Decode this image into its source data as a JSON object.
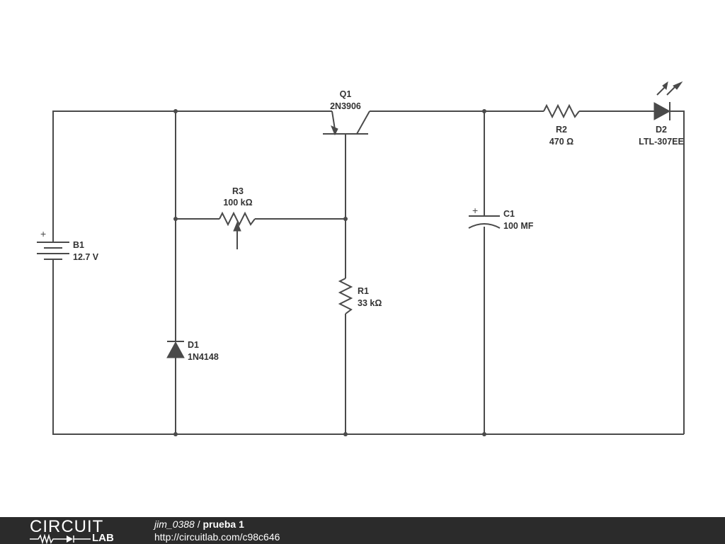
{
  "components": {
    "b1": {
      "ref": "B1",
      "value": "12.7 V"
    },
    "d1": {
      "ref": "D1",
      "value": "1N4148"
    },
    "r3": {
      "ref": "R3",
      "value": "100 kΩ"
    },
    "q1": {
      "ref": "Q1",
      "value": "2N3906"
    },
    "r1": {
      "ref": "R1",
      "value": "33 kΩ"
    },
    "c1": {
      "ref": "C1",
      "value": "100 MF"
    },
    "r2": {
      "ref": "R2",
      "value": "470 Ω"
    },
    "d2": {
      "ref": "D2",
      "value": "LTL-307EE"
    }
  },
  "polarity_mark": "+",
  "footer": {
    "logo_top": "CIRCUIT",
    "logo_bottom": "LAB",
    "user": "jim_0388",
    "separator": " / ",
    "title": "prueba 1",
    "url": "http://circuitlab.com/c98c646"
  },
  "colors": {
    "wire": "#4a4a4a",
    "footer_bg": "#2b2b2b",
    "label_text": "#333333"
  }
}
